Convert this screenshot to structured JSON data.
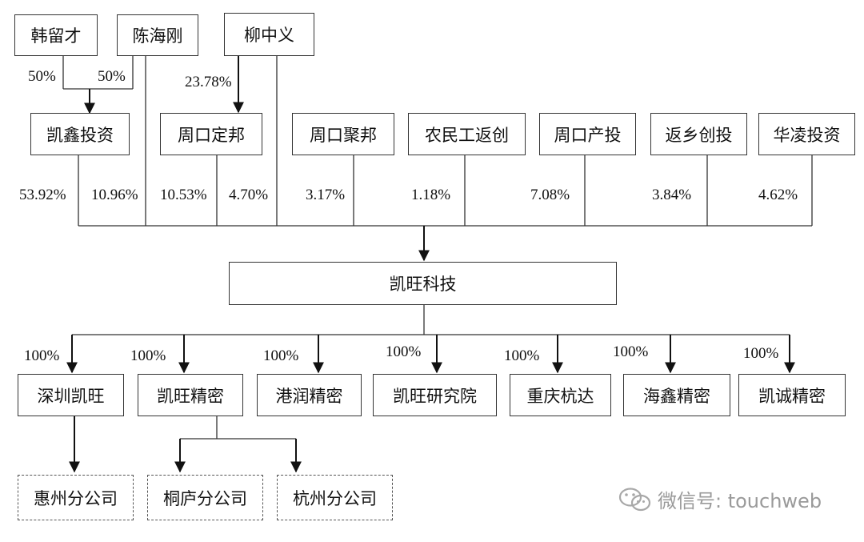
{
  "nodes": {
    "han_liucai": "韩留才",
    "chen_haigang": "陈海刚",
    "liu_zhongyi": "柳中义",
    "kaixin_touzi": "凯鑫投资",
    "zhoukou_dingbang": "周口定邦",
    "zhoukou_jubang": "周口聚邦",
    "nongmingong_fanchuang": "农民工返创",
    "zhoukou_chantou": "周口产投",
    "fanxiang_chuangtou": "返乡创投",
    "hualing_touzi": "华凌投资",
    "kaiwang_keji": "凯旺科技",
    "shenzhen_kaiwang": "深圳凯旺",
    "kaiwang_jingmi": "凯旺精密",
    "gangrun_jingmi": "港润精密",
    "kaiwang_yanjiuyuan": "凯旺研究院",
    "chongqing_hangda": "重庆杭达",
    "haixin_jingmi": "海鑫精密",
    "kaicheng_jingmi": "凯诚精密",
    "huizhou_fengongsi": "惠州分公司",
    "tonglu_fengongsi": "桐庐分公司",
    "hangzhou_fengongsi": "杭州分公司"
  },
  "percentages": {
    "han_to_kaixin": "50%",
    "chen_to_kaixin": "50%",
    "liu_to_dingbang": "23.78%",
    "kaixin": "53.92%",
    "chen": "10.96%",
    "dingbang": "10.53%",
    "liu": "4.70%",
    "jubang": "3.17%",
    "nongmingong": "1.18%",
    "chantou": "7.08%",
    "fanxiang": "3.84%",
    "hualing": "4.62%",
    "sub_shenzhen": "100%",
    "sub_jingmi": "100%",
    "sub_gangrun": "100%",
    "sub_yanjiuyuan": "100%",
    "sub_hangda": "100%",
    "sub_haixin": "100%",
    "sub_kaicheng": "100%"
  },
  "watermark": {
    "text": "微信号: touchweb",
    "icon": "wechat-icon"
  }
}
